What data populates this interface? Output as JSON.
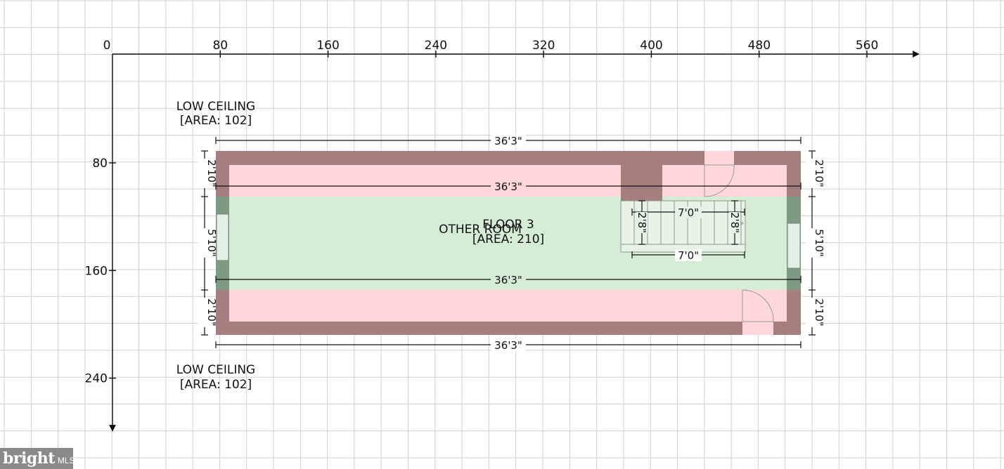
{
  "axes": {
    "x_ticks": [
      "0",
      "80",
      "160",
      "240",
      "320",
      "400",
      "480",
      "560"
    ],
    "y_ticks": [
      "80",
      "160",
      "240"
    ]
  },
  "rooms": {
    "low_ceiling_top": {
      "name": "LOW CEILING",
      "area": "[AREA: 102]"
    },
    "other_room": {
      "name": "OTHER ROOM",
      "area": "[AREA: 210]"
    },
    "low_ceiling_bottom": {
      "name": "LOW CEILING",
      "area": "[AREA: 102]"
    }
  },
  "floor_label": "FLOOR 3",
  "dimensions": {
    "overall_width_top": "36'3\"",
    "overall_width_bottom": "36'3\"",
    "top_room_width": "36'3\"",
    "bottom_room_width": "36'3\"",
    "left_top": "2'10\"",
    "left_middle": "5'10\"",
    "left_bottom": "2'10\"",
    "right_top": "2'10\"",
    "right_middle": "5'10\"",
    "right_bottom": "2'10\"",
    "stair_width_top": "7'0\"",
    "stair_width_bottom": "7'0\"",
    "stair_depth_left": "2'8\"",
    "stair_depth_right": "2'8\""
  },
  "colors": {
    "wall": "#a57e7e",
    "low_ceiling_fill": "#ffd6d9",
    "other_room_fill": "#d5edd5",
    "grid": "#cccccc",
    "window_wall": "#7f9a82"
  },
  "watermark": {
    "brand": "bright",
    "suffix": "MLS"
  }
}
